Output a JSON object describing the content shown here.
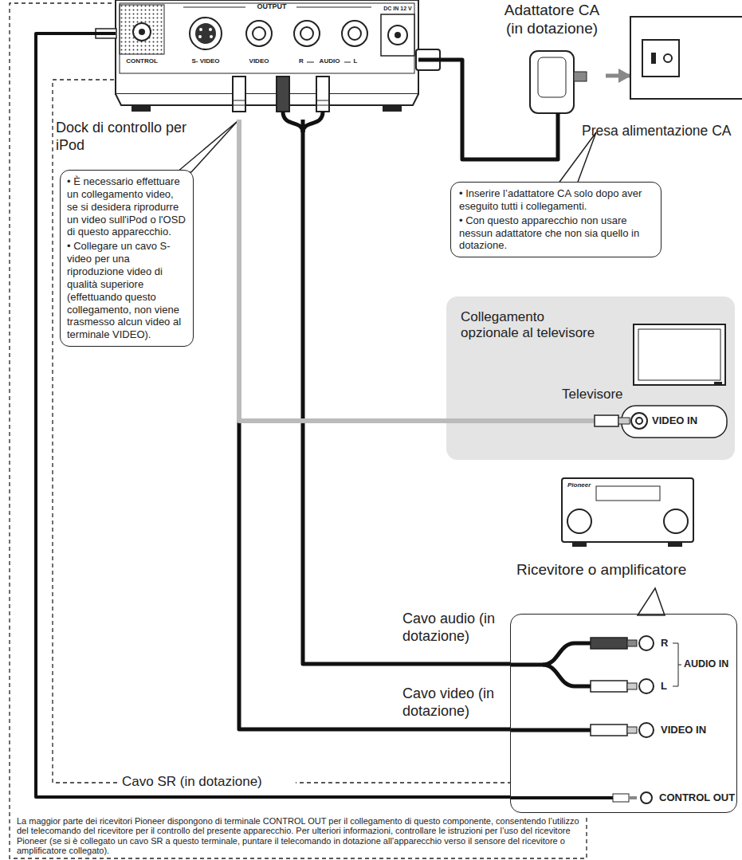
{
  "diagram": {
    "nodes": [
      {
        "text": [
          "Dock di controllo per iPod"
        ]
      },
      {
        "text": [
          "• È necessario effettuare un collegamento video, se si desidera riprodurre un video sull'iPod o l'OSD di questo apparecchio.",
          "• Collegare un cavo S-video per una riproduzione video di qualità superiore (effettuando questo collegamento, non viene trasmesso alcun video al terminale VIDEO)."
        ]
      },
      {
        "text": [
          "Adattatore CA (in dotazione)"
        ]
      },
      {
        "text": [
          "Presa alimentazione CA"
        ]
      },
      {
        "text": [
          "• Inserire l’adattatore CA solo dopo aver eseguito tutti i collegamenti.",
          "• Con questo apparecchio non usare nessun adattatore che non sia quello in dotazione."
        ]
      },
      {
        "text": [
          "Collegamento opzionale al televisore"
        ]
      },
      {
        "text": [
          "Televisore",
          "VIDEO IN"
        ],
        "in": 5
      },
      {
        "text": [
          "Ricevitore o amplificatore"
        ]
      },
      {
        "text": [
          "R",
          "L",
          "AUDIO IN",
          "VIDEO IN",
          "CONTROL OUT"
        ]
      },
      {
        "text": [
          "La maggior parte dei ricevitori Pioneer dispongono di terminale CONTROL OUT per il collegamento di questo componente, consentendo l’utilizzo del telecomando del ricevitore per il controllo del presente apparecchio. Per ulteriori informazioni, controllare le istruzioni per l’uso del ricevitore Pioneer (se si è collegato un cavo SR a questo terminale, puntare il telecomando in dotazione all’apparecchio verso il sensore del ricevitore o amplificatore collegato)."
        ]
      }
    ],
    "edges": [
      {
        "from": 0,
        "to": 2,
        "arrow": "none"
      },
      {
        "from": 2,
        "to": 3,
        "arrow": "to"
      },
      {
        "from": 0,
        "to": 8,
        "label": "Cavo audio (in dotazione)",
        "arrow": "none"
      },
      {
        "from": 0,
        "to": 8,
        "label": "Cavo video (in dotazione)",
        "arrow": "none"
      },
      {
        "from": 0,
        "to": 8,
        "label": "Cavo SR (in dotazione)",
        "arrow": "none"
      },
      {
        "from": 0,
        "to": 6,
        "arrow": "none"
      }
    ],
    "labels": [
      "OUTPUT",
      "CONTROL",
      "S- VIDEO",
      "VIDEO",
      "R",
      "AUDIO",
      "L",
      "DC IN 12 V",
      "Pioneer"
    ]
  }
}
